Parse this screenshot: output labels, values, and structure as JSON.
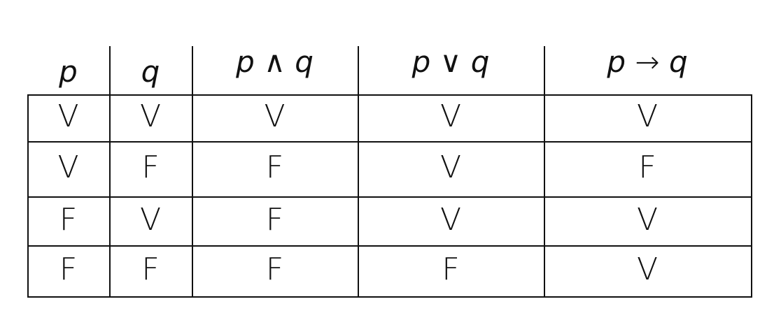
{
  "headers": [
    "p",
    "q",
    "p ∧ q",
    "p ∨ q",
    "p → q"
  ],
  "rows": [
    [
      "V",
      "V",
      "V",
      "V",
      "V"
    ],
    [
      "V",
      "F",
      "F",
      "V",
      "F"
    ],
    [
      "F",
      "V",
      "F",
      "V",
      "V"
    ],
    [
      "F",
      "F",
      "F",
      "F",
      "V"
    ]
  ]
}
